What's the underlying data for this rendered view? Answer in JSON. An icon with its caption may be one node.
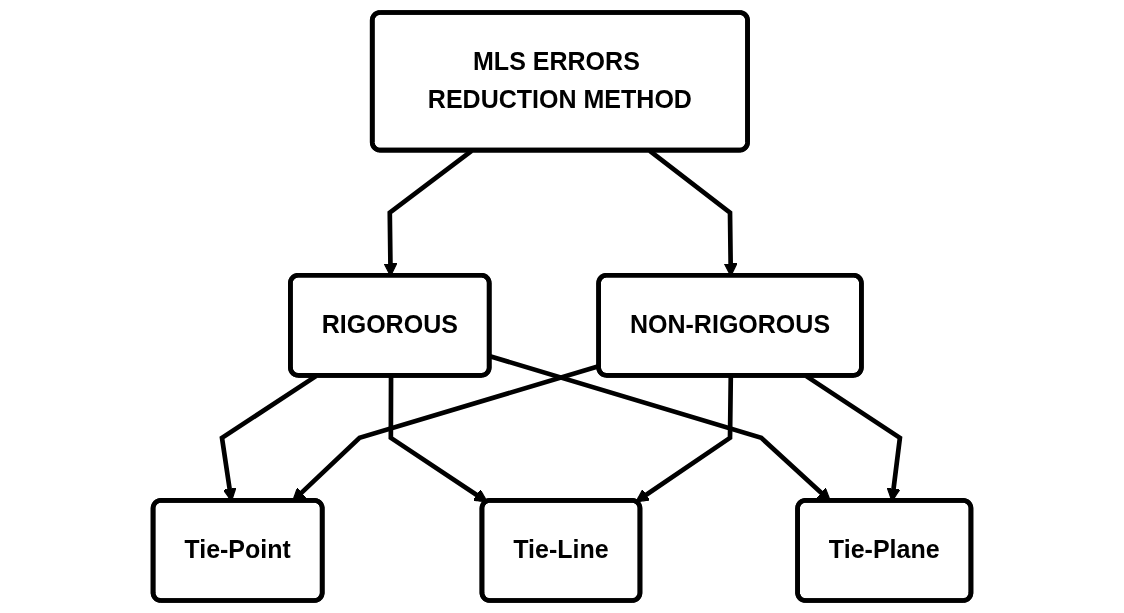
{
  "diagram": {
    "nodes": [
      {
        "text": [
          "MLS ERRORS REDUCTION METHOD"
        ]
      },
      {
        "text": [
          "RIGOROUS"
        ]
      },
      {
        "text": [
          "NON-RIGOROUS"
        ]
      },
      {
        "text": [
          "Tie-Point"
        ]
      },
      {
        "text": [
          "Tie-Line"
        ]
      },
      {
        "text": [
          "Tie-Plane"
        ]
      }
    ],
    "edges": [
      {
        "from": 0,
        "to": 1,
        "arrow": "to"
      },
      {
        "from": 0,
        "to": 2,
        "arrow": "to"
      },
      {
        "from": 1,
        "to": 3,
        "arrow": "to"
      },
      {
        "from": 1,
        "to": 4,
        "arrow": "to"
      },
      {
        "from": 1,
        "to": 5,
        "arrow": "to"
      },
      {
        "from": 2,
        "to": 3,
        "arrow": "to"
      },
      {
        "from": 2,
        "to": 4,
        "arrow": "to"
      },
      {
        "from": 2,
        "to": 5,
        "arrow": "to"
      }
    ]
  }
}
